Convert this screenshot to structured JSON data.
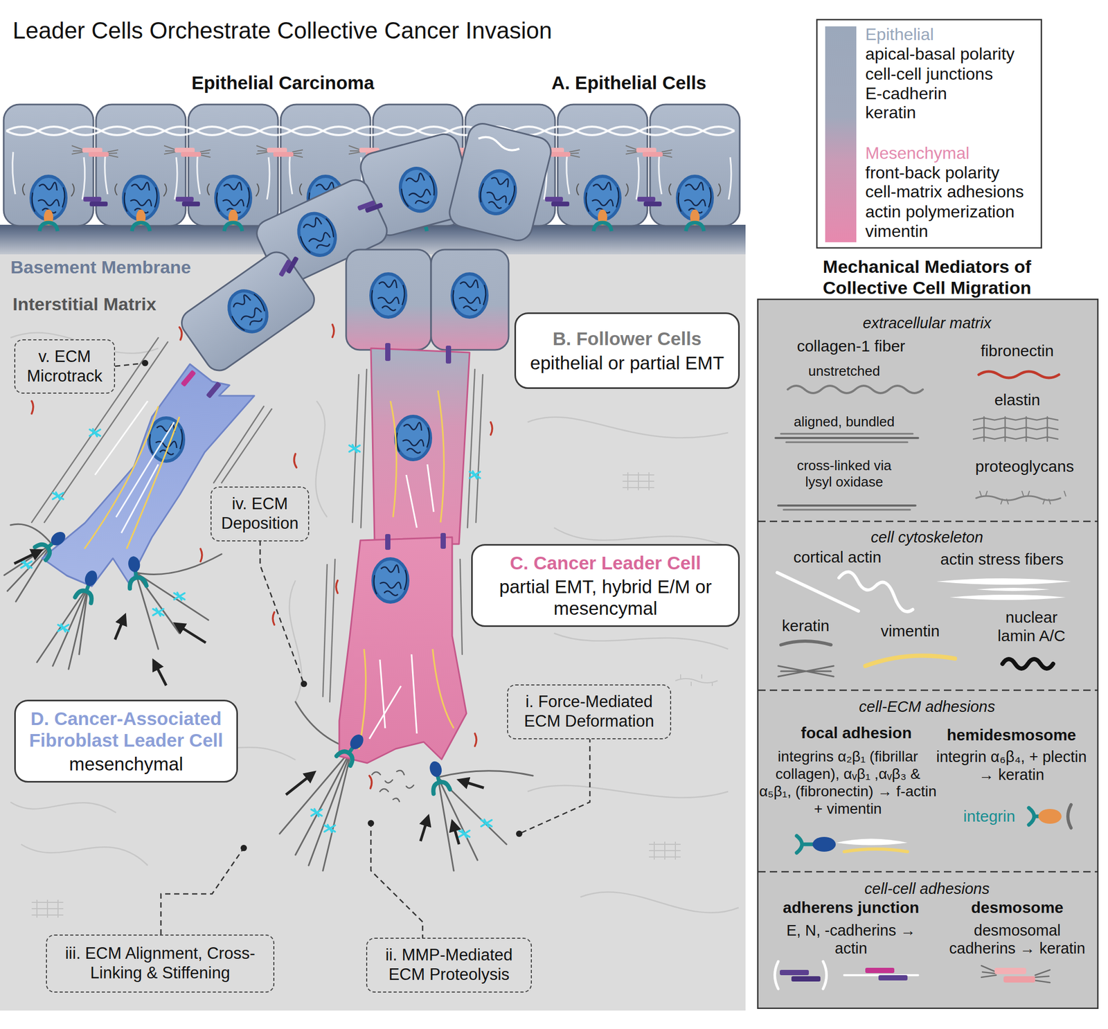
{
  "diagram": {
    "title": "Leader Cells Orchestrate Collective Cancer Invasion",
    "nodes": [
      {
        "text": [
          "Epithelial",
          "apical-basal polarity",
          "cell-cell junctions",
          "E-cadherin",
          "keratin",
          "Mesenchymal",
          "front-back polarity",
          "cell-matrix adhesions",
          "actin polymerization",
          "vimentin"
        ]
      },
      {
        "text": [
          "v. ECM Microtrack"
        ]
      },
      {
        "text": [
          "B. Follower Cells",
          "epithelial or partial EMT"
        ]
      },
      {
        "text": [
          "iv. ECM Deposition"
        ]
      },
      {
        "text": [
          "C. Cancer Leader Cell",
          "partial EMT, hybrid E/M or mesencymal"
        ]
      },
      {
        "text": [
          "i. Force-Mediated ECM Deformation"
        ]
      },
      {
        "text": [
          "D. Cancer-Associated Fibroblast Leader Cell",
          "mesenchymal"
        ]
      },
      {
        "text": [
          "iii. ECM Alignment, Cross-Linking & Stiffening"
        ]
      },
      {
        "text": [
          "ii. MMP-Mediated ECM Proteolysis"
        ]
      },
      {
        "text": [
          "Mechanical Mediators of Collective Cell Migration"
        ]
      },
      {
        "text": [
          "extracellular matrix",
          "collagen-1 fiber",
          "unstretched",
          "aligned, bundled",
          "cross-linked via lysyl oxidase",
          "fibronectin",
          "elastin",
          "proteoglycans"
        ],
        "in": 9
      },
      {
        "text": [
          "cell cytoskeleton",
          "cortical actin",
          "actin stress fibers",
          "keratin",
          "vimentin",
          "nuclear lamin A/C"
        ],
        "in": 9
      },
      {
        "text": [
          "cell-ECM adhesions",
          "focal adhesion",
          "integrins α₂β₁ (fibrillar collagen), αᵥβ₁ ,αᵥβ₃ & α₅β₁, (fibronectin) → f-actin + vimentin",
          "hemidesmosome",
          "integrin α₆β₄, + plectin → keratin",
          "integrin"
        ],
        "in": 9
      },
      {
        "text": [
          "cell-cell adhesions",
          "adherens junction",
          "E, N, -cadherins → actin",
          "desmosome",
          "desmosomal cadherins → keratin"
        ],
        "in": 9
      }
    ],
    "labels": [
      "Epithelial Carcinoma",
      "A. Epithelial Cells",
      "Basement Membrane",
      "Interstitial Matrix"
    ]
  }
}
